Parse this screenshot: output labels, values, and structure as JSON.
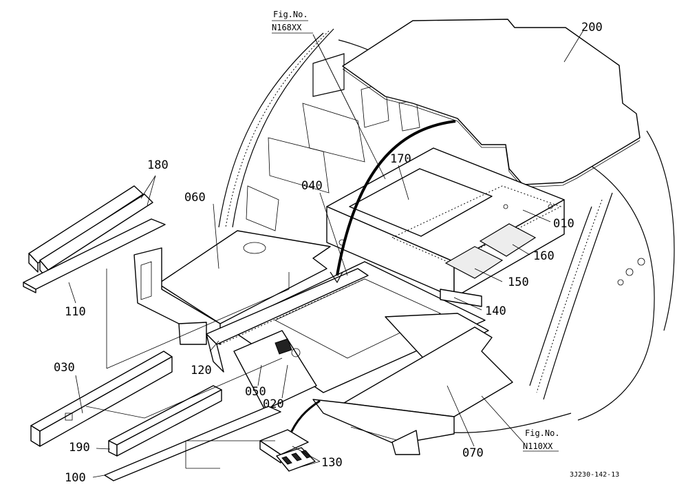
{
  "figure_code": "3J230-142-13",
  "references": [
    {
      "id": "ref-top",
      "line1": "Fig.No.",
      "line2": "N168XX"
    },
    {
      "id": "ref-bottom",
      "line1": "Fig.No.",
      "line2": "N110XX"
    }
  ],
  "part_labels": [
    {
      "id": "200",
      "text": "200"
    },
    {
      "id": "180",
      "text": "180"
    },
    {
      "id": "170",
      "text": "170"
    },
    {
      "id": "060",
      "text": "060"
    },
    {
      "id": "040",
      "text": "040"
    },
    {
      "id": "010",
      "text": "010"
    },
    {
      "id": "160",
      "text": "160"
    },
    {
      "id": "150",
      "text": "150"
    },
    {
      "id": "110",
      "text": "110"
    },
    {
      "id": "140",
      "text": "140"
    },
    {
      "id": "030",
      "text": "030"
    },
    {
      "id": "120",
      "text": "120"
    },
    {
      "id": "050",
      "text": "050"
    },
    {
      "id": "020",
      "text": "020"
    },
    {
      "id": "070",
      "text": "070"
    },
    {
      "id": "190",
      "text": "190"
    },
    {
      "id": "130",
      "text": "130"
    },
    {
      "id": "100",
      "text": "100"
    }
  ]
}
